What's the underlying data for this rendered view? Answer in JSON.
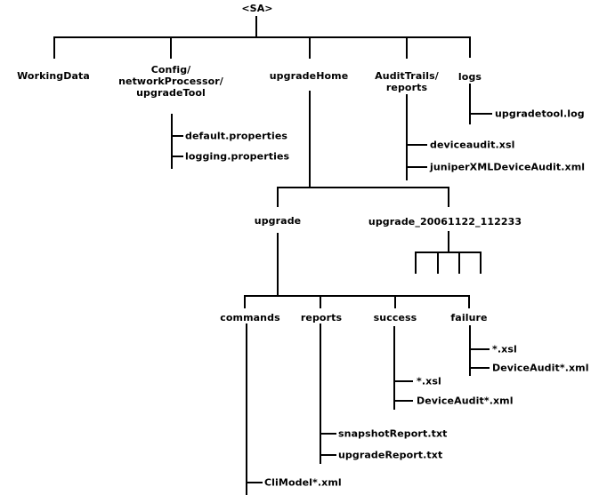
{
  "diagram": {
    "type": "directory-tree",
    "colors": {
      "background": "#ffffff",
      "line": "#000000",
      "text": "#000000"
    }
  },
  "tree": {
    "label": "<SA>",
    "children": [
      {
        "label": "WorkingData",
        "children": []
      },
      {
        "label": "Config/\nnetworkProcessor/\nupgradeTool",
        "children": [
          {
            "label": "default.properties"
          },
          {
            "label": "logging.properties"
          }
        ]
      },
      {
        "label": "upgradeHome",
        "children": [
          {
            "label": "upgrade",
            "children": [
              {
                "label": "commands",
                "children": [
                  {
                    "label": "CliModel*.xml"
                  }
                ]
              },
              {
                "label": "reports",
                "children": [
                  {
                    "label": "snapshotReport.txt"
                  },
                  {
                    "label": "upgradeReport.txt"
                  }
                ]
              },
              {
                "label": "success",
                "children": [
                  {
                    "label": "*.xsl"
                  },
                  {
                    "label": "DeviceAudit*.xml"
                  }
                ]
              },
              {
                "label": "failure",
                "children": [
                  {
                    "label": "*.xsl"
                  },
                  {
                    "label": "DeviceAudit*.xml"
                  }
                ]
              }
            ]
          },
          {
            "label": "upgrade_20061122_112233",
            "children": [
              {
                "label": ""
              },
              {
                "label": ""
              },
              {
                "label": ""
              },
              {
                "label": ""
              }
            ]
          }
        ]
      },
      {
        "label": "AuditTrails/\nreports",
        "children": [
          {
            "label": "deviceaudit.xsl"
          },
          {
            "label": "juniperXMLDeviceAudit.xml"
          }
        ]
      },
      {
        "label": "logs",
        "children": [
          {
            "label": "upgradetool.log"
          }
        ]
      }
    ]
  }
}
